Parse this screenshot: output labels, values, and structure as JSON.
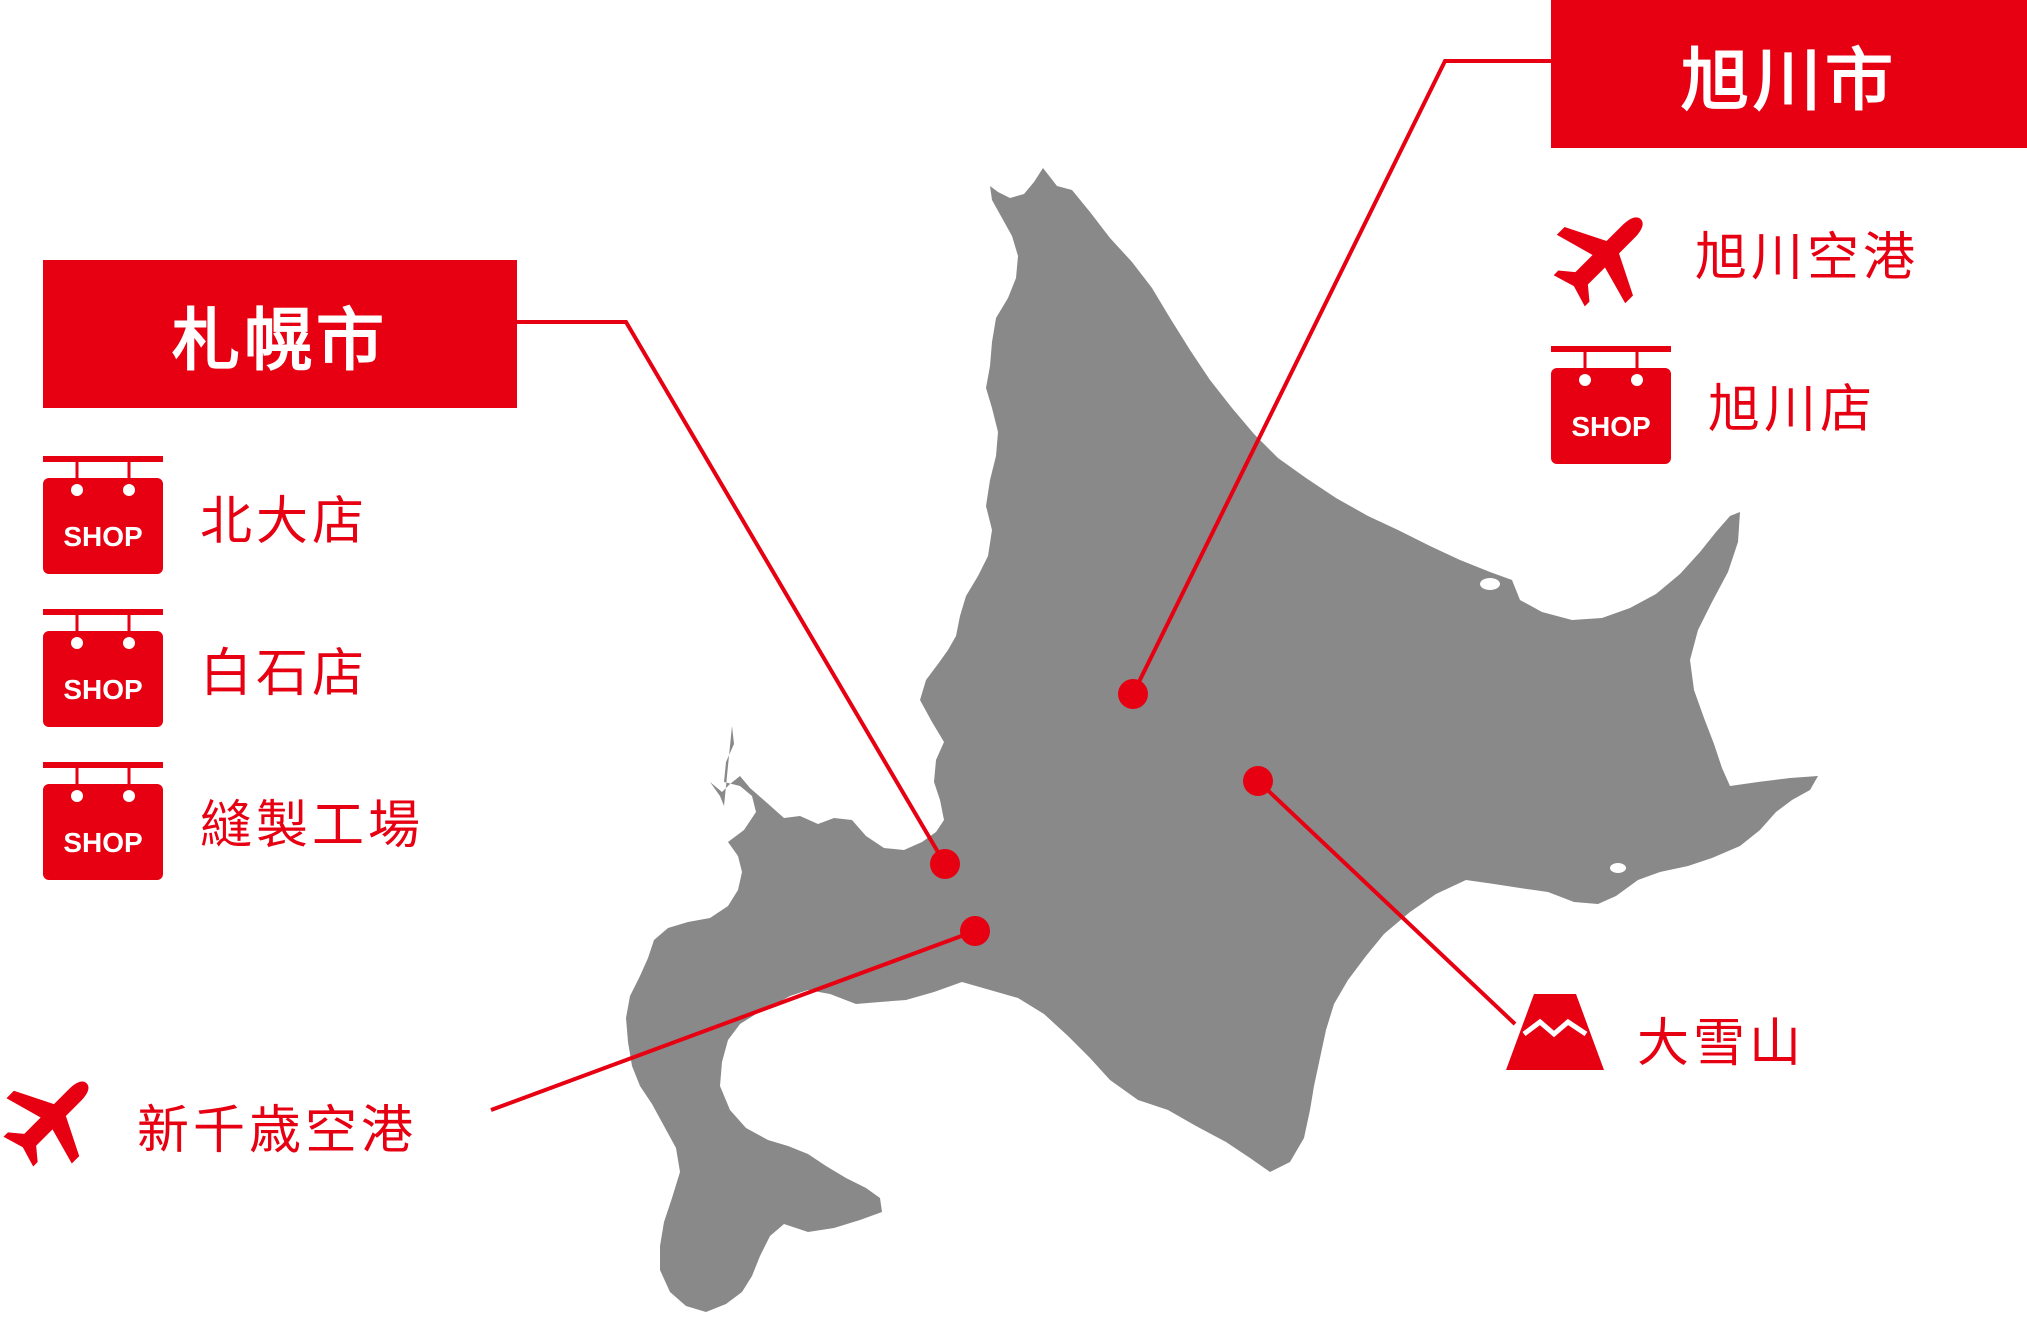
{
  "colors": {
    "accent": "#e60012",
    "land": "#898989",
    "background": "#ffffff",
    "text_on_accent": "#ffffff"
  },
  "regions": {
    "sapporo": {
      "title": "札幌市",
      "items": [
        {
          "icon": "shop-icon",
          "icon_text": "SHOP",
          "label": "北大店"
        },
        {
          "icon": "shop-icon",
          "icon_text": "SHOP",
          "label": "白石店"
        },
        {
          "icon": "shop-icon",
          "icon_text": "SHOP",
          "label": "縫製工場"
        }
      ]
    },
    "asahikawa": {
      "title": "旭川市",
      "items": [
        {
          "icon": "airplane-icon",
          "label": "旭川空港"
        },
        {
          "icon": "shop-icon",
          "icon_text": "SHOP",
          "label": "旭川店"
        }
      ]
    }
  },
  "points": {
    "new_chitose": {
      "icon": "airplane-icon",
      "label": "新千歳空港"
    },
    "daisetsuzan": {
      "icon": "mountain-icon",
      "label": "大雪山"
    }
  }
}
